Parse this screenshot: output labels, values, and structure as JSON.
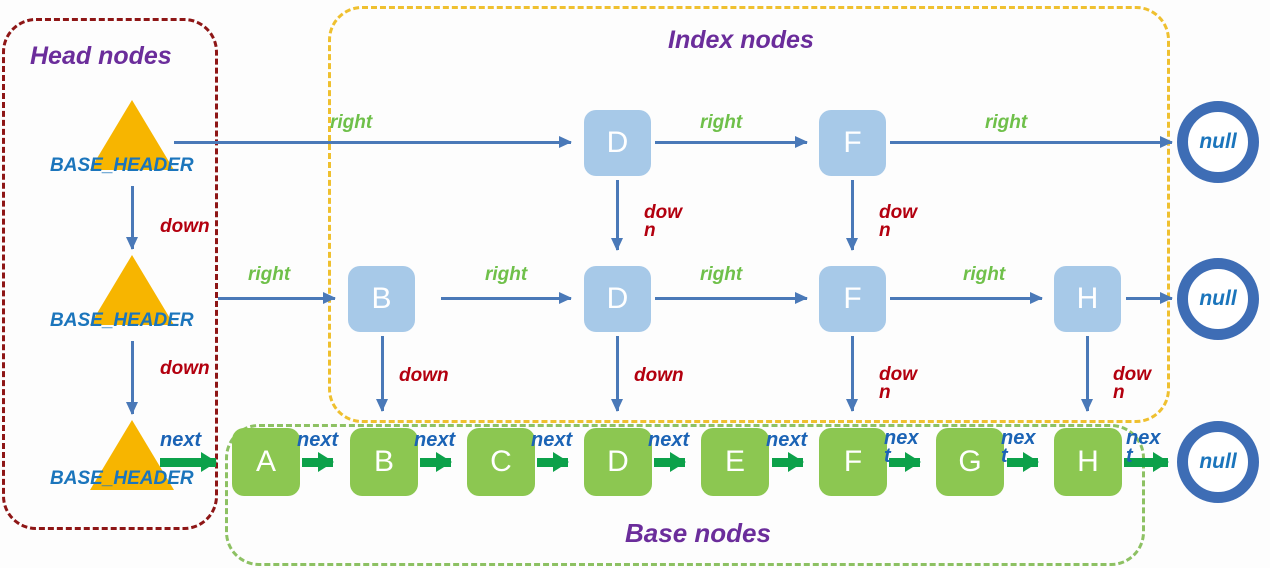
{
  "groups": {
    "head": {
      "title": "Head nodes",
      "color": "#8E1616"
    },
    "index": {
      "title": "Index nodes",
      "color": "#EFC02F"
    },
    "base": {
      "title": "Base nodes",
      "color": "#8DC163"
    }
  },
  "colors": {
    "index_node_fill": "#A7C9E8",
    "base_node_fill": "#8CC751",
    "header_triangle": "#F7B500",
    "null_ring": "#3E6DB5",
    "blue_arrow": "#4A79B8",
    "green_arrow": "#0CA14A",
    "right_label": "#6FC04A",
    "down_label": "#B3000F",
    "next_label": "#1B63B5",
    "group_title": "#6B2D9B",
    "header_label": "#1B75BC"
  },
  "headers": [
    {
      "label": "BASE_HEADER"
    },
    {
      "label": "BASE_HEADER"
    },
    {
      "label": "BASE_HEADER"
    }
  ],
  "levels": {
    "top_index": {
      "nodes": [
        "D",
        "F"
      ],
      "terminal": "null"
    },
    "mid_index": {
      "nodes": [
        "B",
        "D",
        "F",
        "H"
      ],
      "terminal": "null"
    },
    "base": {
      "nodes": [
        "A",
        "B",
        "C",
        "D",
        "E",
        "F",
        "G",
        "H"
      ],
      "terminal": "null"
    }
  },
  "edge_labels": {
    "right": "right",
    "down": "down",
    "down_wrapped": "dow n",
    "next": "next",
    "next_wrapped": "nex t"
  },
  "top_right_labels": [
    "right",
    "right",
    "right"
  ],
  "mid_right_labels": [
    "right",
    "right",
    "right",
    "right"
  ],
  "top_down_labels": [
    "dow n",
    "dow n"
  ],
  "mid_down_labels": [
    "down",
    "down",
    "dow n",
    "dow n"
  ],
  "head_down_labels": [
    "down",
    "down"
  ],
  "next_labels": [
    "next",
    "next",
    "next",
    "next",
    "next",
    "next",
    "nex t",
    "nex t",
    "nex t"
  ],
  "terminals": [
    "null",
    "null",
    "null"
  ]
}
